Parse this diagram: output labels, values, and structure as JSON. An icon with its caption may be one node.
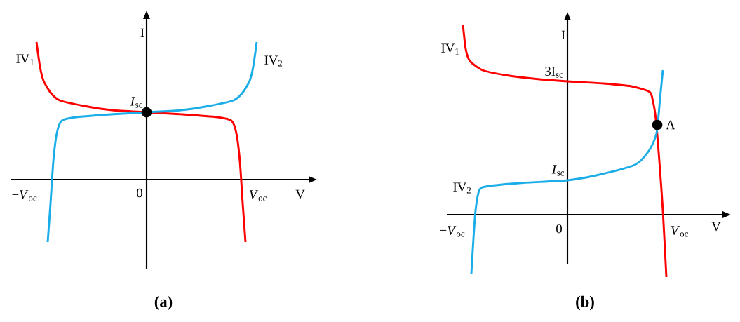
{
  "diagram": {
    "labels": [
      "I",
      "IV$_{1}$",
      "IV$_{2}$",
      "*I*$_{sc}$",
      "−*V*$_{oc}$",
      "0",
      "*V*$_{oc}$",
      "V",
      "(a)",
      "I",
      "IV$_{1}$",
      "3I$_{sc}$",
      "A",
      "*I*$_{sc}$",
      "IV$_{2}$",
      "−*V*$_{oc}$",
      "0",
      "*V*$_{oc}$",
      "V",
      "(b)"
    ]
  }
}
